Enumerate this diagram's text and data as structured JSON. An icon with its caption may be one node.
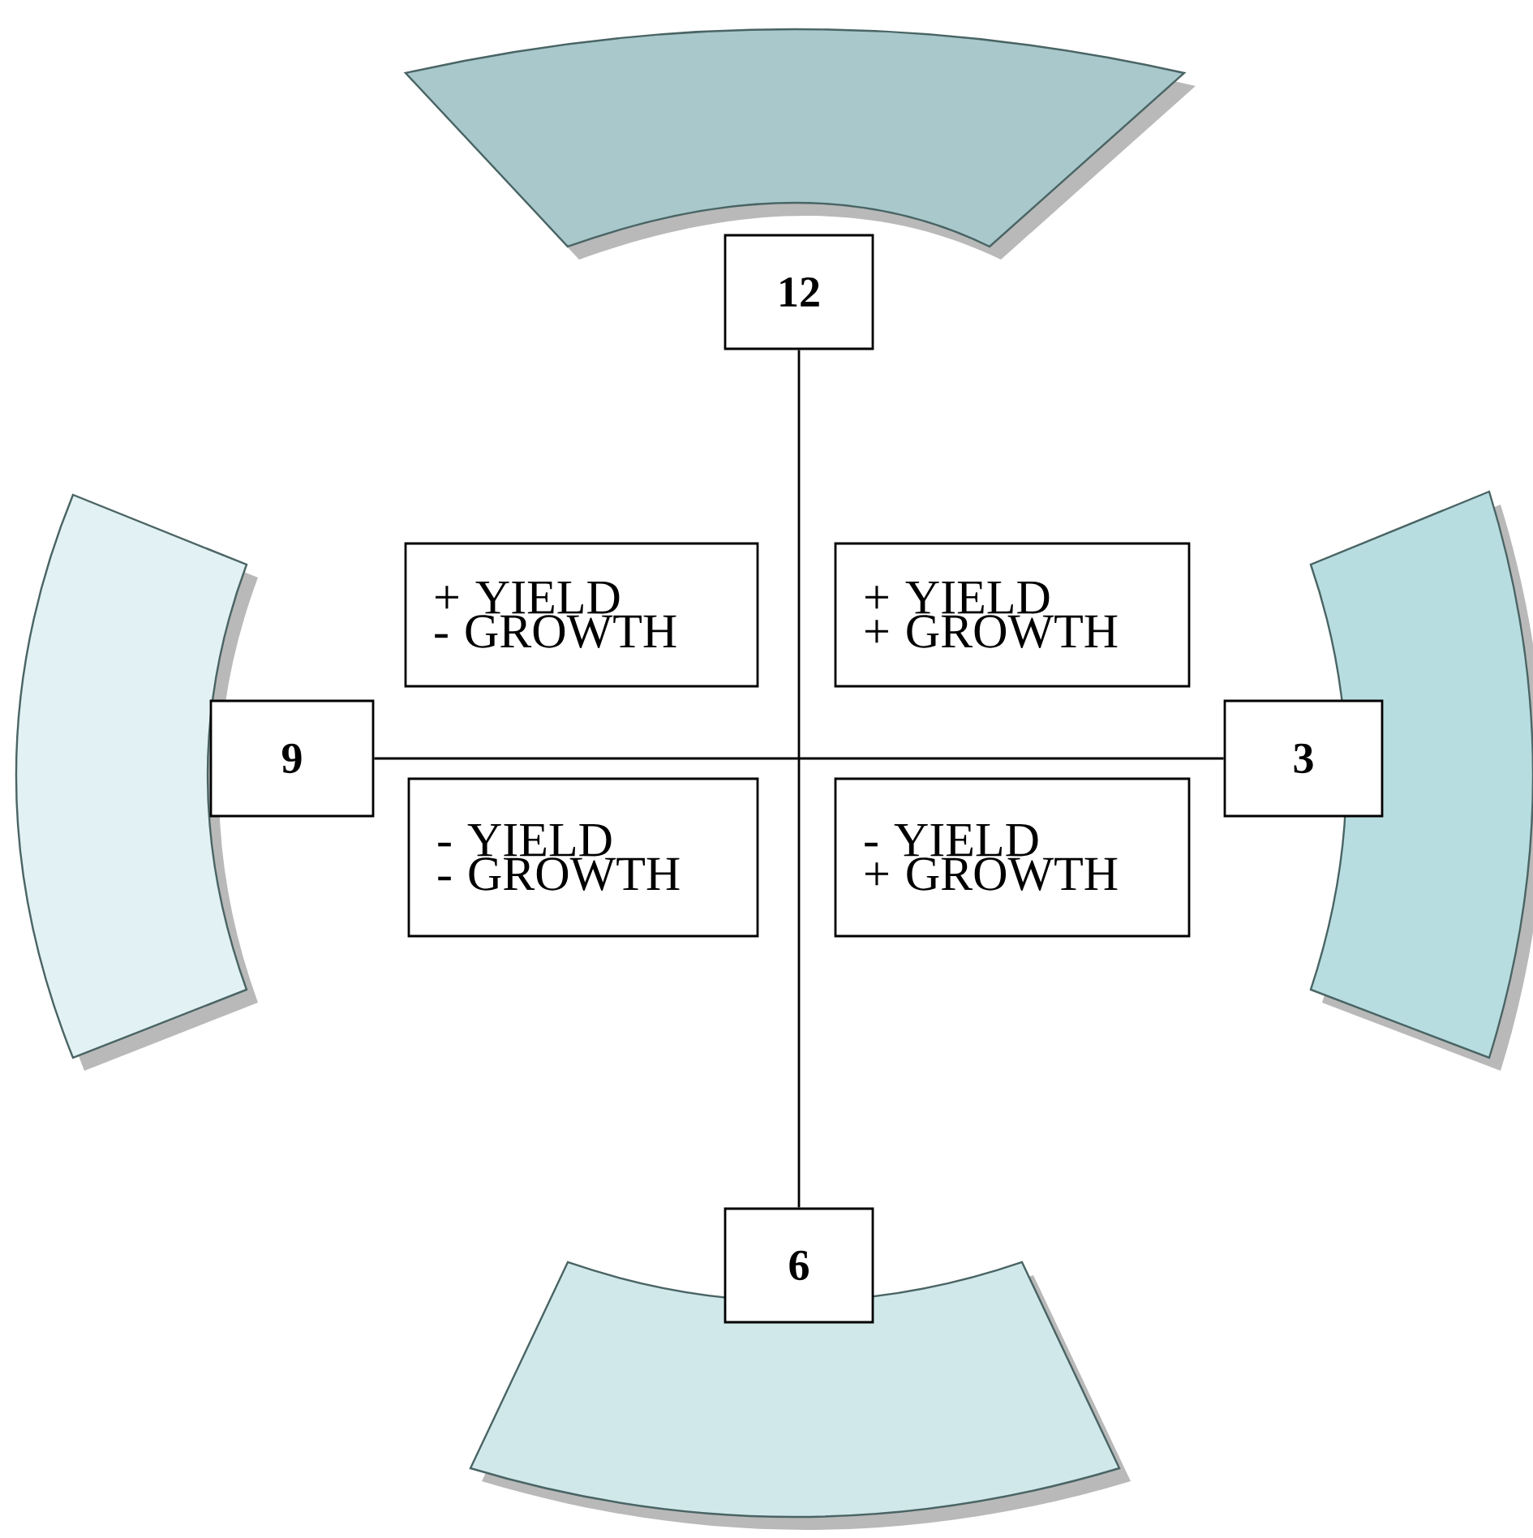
{
  "diagram": {
    "nodes": [
      {
        "text": [],
        "shape": "arc"
      },
      {
        "text": [
          "12"
        ]
      },
      {
        "text": [],
        "shape": "arc"
      },
      {
        "text": [],
        "shape": "arc"
      },
      {
        "text": [
          "+ YIELD",
          "- GROWTH"
        ]
      },
      {
        "text": [
          "+ YIELD",
          "+ GROWTH"
        ]
      },
      {
        "text": [
          "9"
        ]
      },
      {
        "text": [
          "3"
        ]
      },
      {
        "text": [
          "- YIELD",
          "- GROWTH"
        ]
      },
      {
        "text": [
          "- YIELD",
          "+ GROWTH"
        ]
      },
      {
        "text": [
          "6"
        ]
      },
      {
        "text": [],
        "shape": "arc"
      }
    ],
    "edges": [
      {
        "from": 1,
        "to": 10,
        "arrow": "none"
      },
      {
        "from": 6,
        "to": 7,
        "arrow": "none"
      }
    ]
  }
}
